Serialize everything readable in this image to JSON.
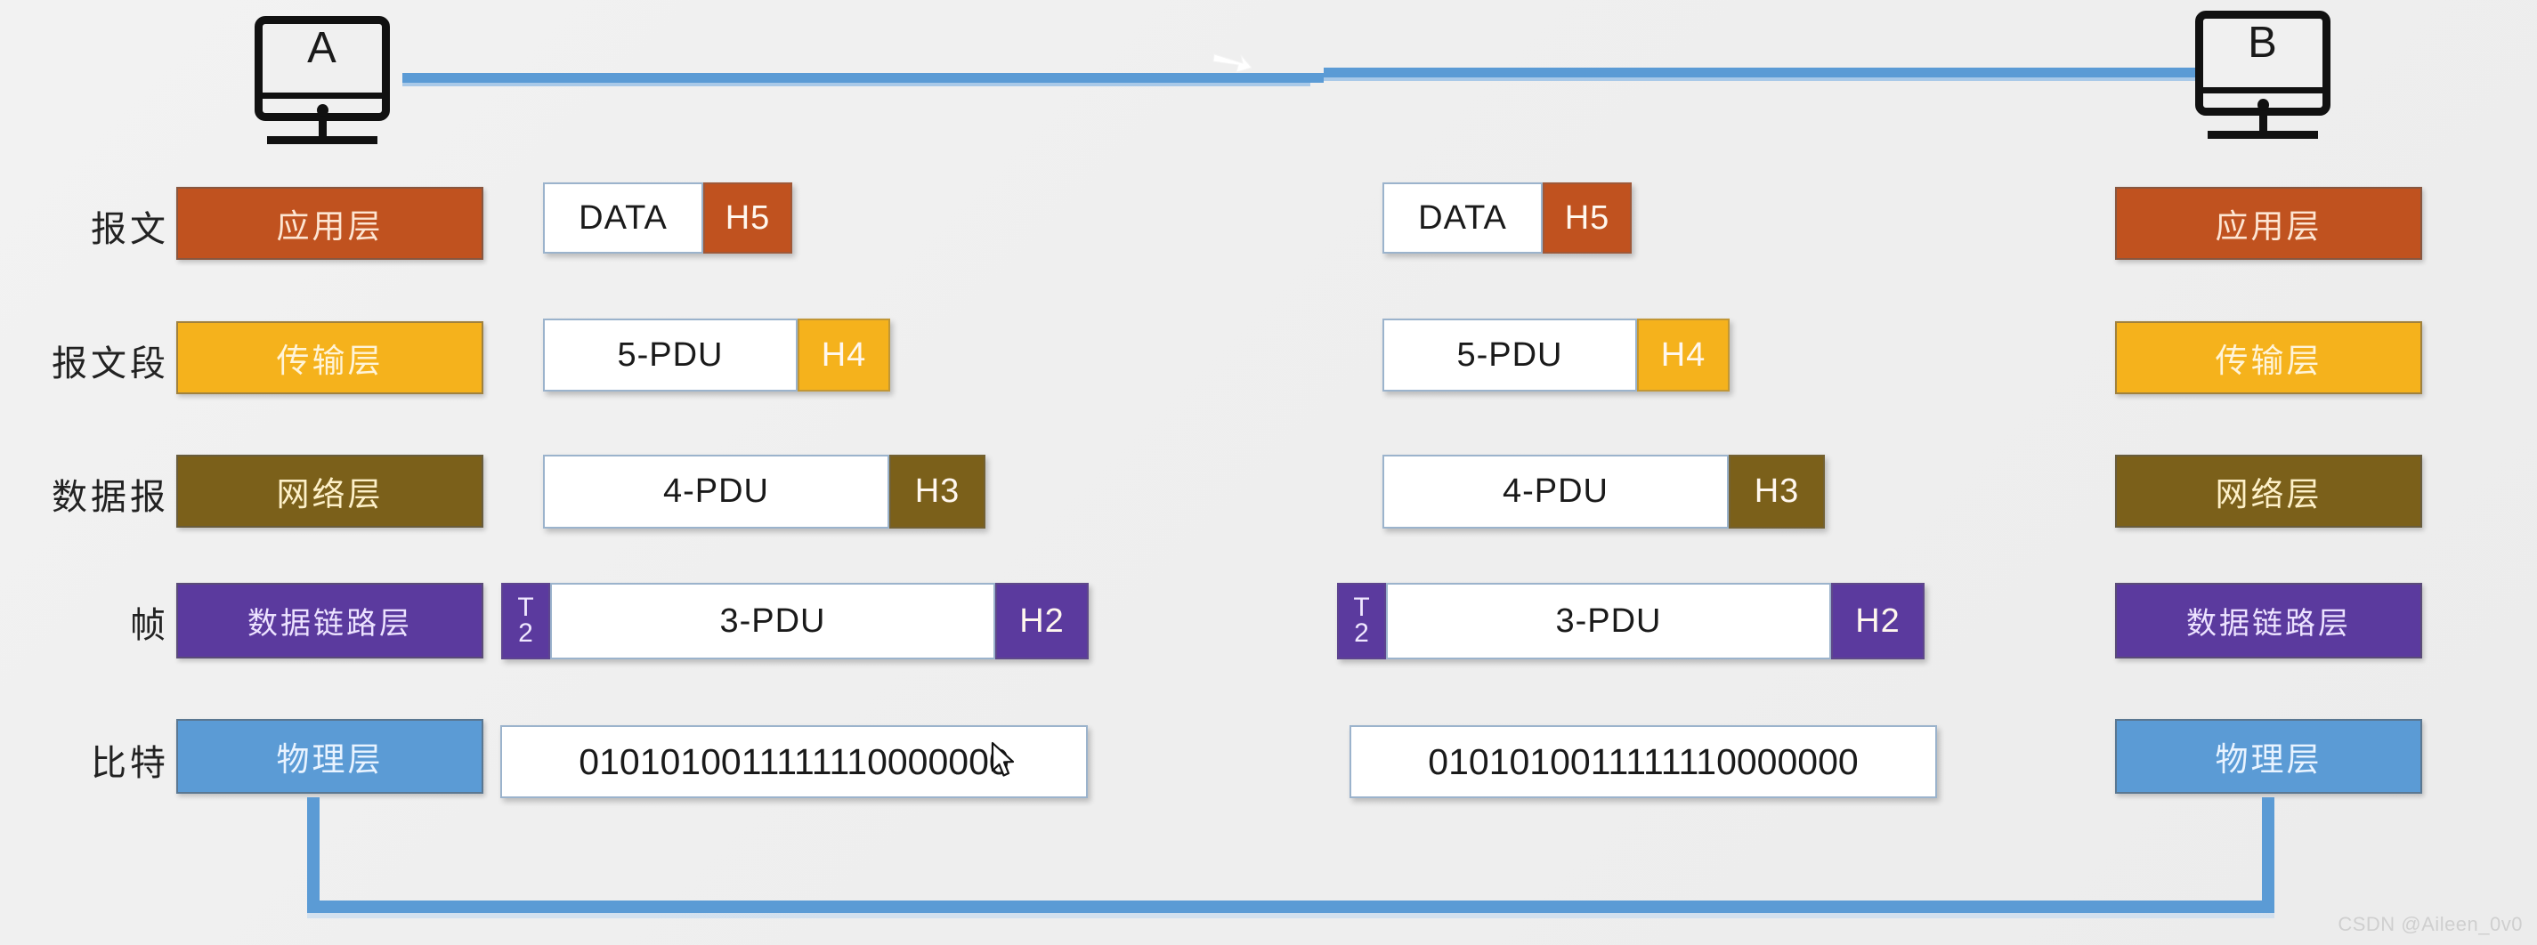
{
  "watermark": "CSDN @Aileen_0v0",
  "hosts": [
    {
      "name": "host-a",
      "label": "A"
    },
    {
      "name": "host-b",
      "label": "B"
    }
  ],
  "colors": {
    "application": "#c0521f",
    "transport": "#f5b21c",
    "network": "#7b601a",
    "datalink": "#5b3a9e",
    "physical": "#5b9bd5",
    "link_line": "#5b9bd5",
    "canvas": "#f0f0f0",
    "box_border": "#9bb3cc"
  },
  "rows": [
    {
      "pdu_name": "报文",
      "layer_label": "应用层",
      "layer_color": "#c0521f",
      "text_color": "#fde5d2",
      "body_text": "DATA",
      "header_text": "H5",
      "tail_text": null
    },
    {
      "pdu_name": "报文段",
      "layer_label": "传输层",
      "layer_color": "#f5b21c",
      "text_color": "#fff4d8",
      "body_text": "5-PDU",
      "header_text": "H4",
      "tail_text": null
    },
    {
      "pdu_name": "数据报",
      "layer_label": "网络层",
      "layer_color": "#7b601a",
      "text_color": "#fdf0c8",
      "body_text": "4-PDU",
      "header_text": "H3",
      "tail_text": null
    },
    {
      "pdu_name": "帧",
      "layer_label": "数据链路层",
      "layer_color": "#5b3a9e",
      "text_color": "#ece2ff",
      "body_text": "3-PDU",
      "header_text": "H2",
      "tail_text": "T2"
    },
    {
      "pdu_name": "比特",
      "layer_label": "物理层",
      "layer_color": "#5b9bd5",
      "text_color": "#e8f3ff",
      "body_text": "0101010011111110000000",
      "header_text": null,
      "tail_text": null
    }
  ],
  "bits_value": "0101010011111110000000"
}
